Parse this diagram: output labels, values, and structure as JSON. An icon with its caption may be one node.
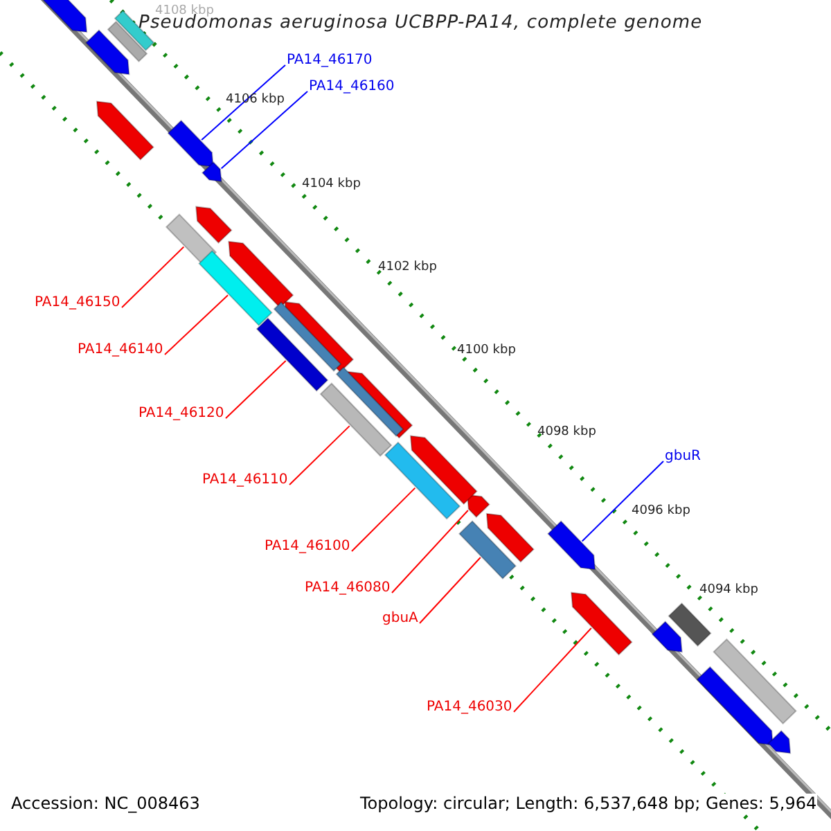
{
  "diagram": {
    "title": "Pseudomonas aeruginosa UCBPP-PA14, complete genome",
    "nodes": [
      {
        "text": [
          "PA14_46170"
        ]
      },
      {
        "text": [],
        "shape": "arrow"
      },
      {
        "text": [
          "PA14_46160"
        ]
      },
      {
        "text": [],
        "shape": "arrow"
      },
      {
        "text": [
          "PA14_46150"
        ]
      },
      {
        "text": [],
        "shape": "box"
      },
      {
        "text": [
          "PA14_46140"
        ]
      },
      {
        "text": [],
        "shape": "box"
      },
      {
        "text": [
          "PA14_46120"
        ]
      },
      {
        "text": [],
        "shape": "box"
      },
      {
        "text": [
          "PA14_46110"
        ]
      },
      {
        "text": [],
        "shape": "box"
      },
      {
        "text": [
          "PA14_46100"
        ]
      },
      {
        "text": [],
        "shape": "box"
      },
      {
        "text": [
          "PA14_46080"
        ]
      },
      {
        "text": [],
        "shape": "arrow"
      },
      {
        "text": [
          "gbuA"
        ]
      },
      {
        "text": [],
        "shape": "box"
      },
      {
        "text": [
          "PA14_46030"
        ]
      },
      {
        "text": [],
        "shape": "arrow"
      },
      {
        "text": [
          "gbuR"
        ]
      },
      {
        "text": [],
        "shape": "arrow"
      },
      {
        "text": [],
        "shape": "arrow"
      },
      {
        "text": [],
        "shape": "arrow"
      },
      {
        "text": [],
        "shape": "box"
      },
      {
        "text": [],
        "shape": "box"
      },
      {
        "text": [],
        "shape": "arrow"
      },
      {
        "text": [],
        "shape": "arrow"
      },
      {
        "text": [],
        "shape": "arrow"
      },
      {
        "text": [],
        "shape": "arrow"
      },
      {
        "text": [],
        "shape": "arrow"
      },
      {
        "text": [],
        "shape": "arrow"
      },
      {
        "text": [],
        "shape": "arrow"
      },
      {
        "text": [],
        "shape": "box"
      },
      {
        "text": [],
        "shape": "box"
      },
      {
        "text": [],
        "shape": "box"
      },
      {
        "text": [],
        "shape": "arrow"
      },
      {
        "text": [],
        "shape": "box"
      },
      {
        "text": [],
        "shape": "arrow"
      },
      {
        "text": [],
        "shape": "arrow"
      }
    ],
    "edges": [
      {
        "from": 0,
        "to": 1,
        "arrow": "none",
        "color": "#0000ff"
      },
      {
        "from": 2,
        "to": 3,
        "arrow": "none",
        "color": "#0000ff"
      },
      {
        "from": 4,
        "to": 5,
        "arrow": "none"
      },
      {
        "from": 6,
        "to": 7,
        "arrow": "none"
      },
      {
        "from": 8,
        "to": 9,
        "arrow": "none"
      },
      {
        "from": 10,
        "to": 11,
        "arrow": "none"
      },
      {
        "from": 12,
        "to": 13,
        "arrow": "none"
      },
      {
        "from": 14,
        "to": 15,
        "arrow": "none"
      },
      {
        "from": 16,
        "to": 17,
        "arrow": "none"
      },
      {
        "from": 18,
        "to": 19,
        "arrow": "none"
      },
      {
        "from": 20,
        "to": 21,
        "arrow": "none",
        "color": "#0000ff"
      }
    ],
    "labels": [
      "4108 kbp",
      "4106 kbp",
      "4104 kbp",
      "4102 kbp",
      "4100 kbp",
      "4098 kbp",
      "4096 kbp",
      "4094 kbp",
      "Accession: NC_008463",
      "Topology: circular; Length: 6,537,648 bp; Genes: 5,964"
    ]
  }
}
